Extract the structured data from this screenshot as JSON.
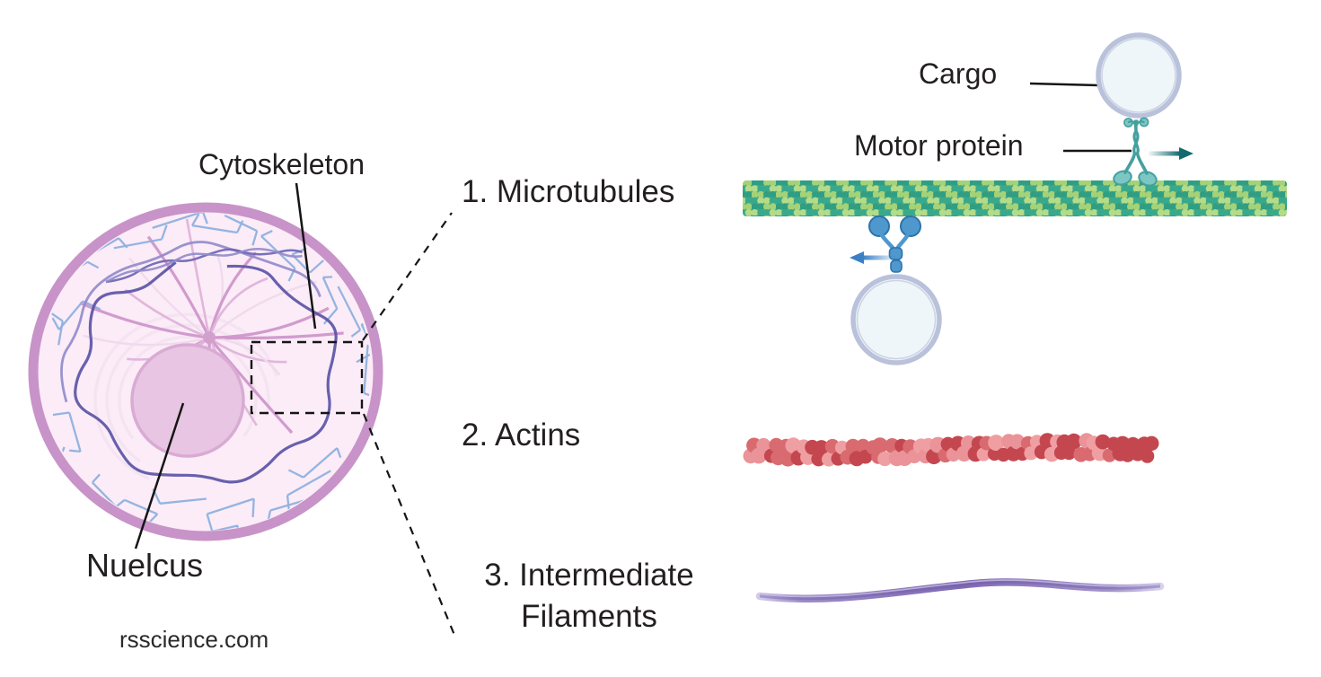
{
  "figure": {
    "cytoskeleton_label": "Cytoskeleton",
    "nucleus_label": "Nuelcus",
    "watermark": "rsscience.com"
  },
  "legend": {
    "item1": "1. Microtubules",
    "item2": "2. Actins",
    "item3_line1": "3. Intermediate",
    "item3_line2": "Filaments"
  },
  "microtubule_panel": {
    "cargo_label": "Cargo",
    "motor_label": "Motor protein"
  },
  "palette": {
    "text": "#231f20",
    "membrane": "#c893c8",
    "cytoplasm": "#fbecf7",
    "nucleus_fill": "#e8c6e3",
    "nucleus_stroke": "#d9abd4",
    "mesh_blue": "#8fb1e0",
    "filament_purple": "#5b54a6",
    "filament_purple_light": "#9089ca",
    "ray_strong": "#cf97ca",
    "ray_mid": "#dfb3da",
    "ray_faint": "#efd9ec",
    "swirl": "#f3e4f1",
    "mtoc": "#d3a0ce",
    "mt_teal_a": "#2f9e82",
    "mt_teal_b": "#39a98c",
    "mt_green_a": "#a3d277",
    "mt_green_b": "#b3dc8a",
    "mt_bg": "#55a581",
    "motor_teal_fill": "#7cc6c3",
    "motor_teal_stroke": "#44a09f",
    "motor_blue_fill": "#4f98cd",
    "motor_blue_stroke": "#2d73a9",
    "vesicle_fill": "#eef6f9",
    "vesicle_stroke": "#b9c2da",
    "vesicle_inner": "#ccd3e5",
    "arrow_teal": "#136b70",
    "arrow_blue": "#3a80c4",
    "actin_dark": "#c4474f",
    "actin_mid": "#d96b70",
    "actin_light": "#ea9398",
    "actin_pale": "#ef9fa2",
    "if_purple": "#7e6ab3",
    "dash": "#151515"
  }
}
